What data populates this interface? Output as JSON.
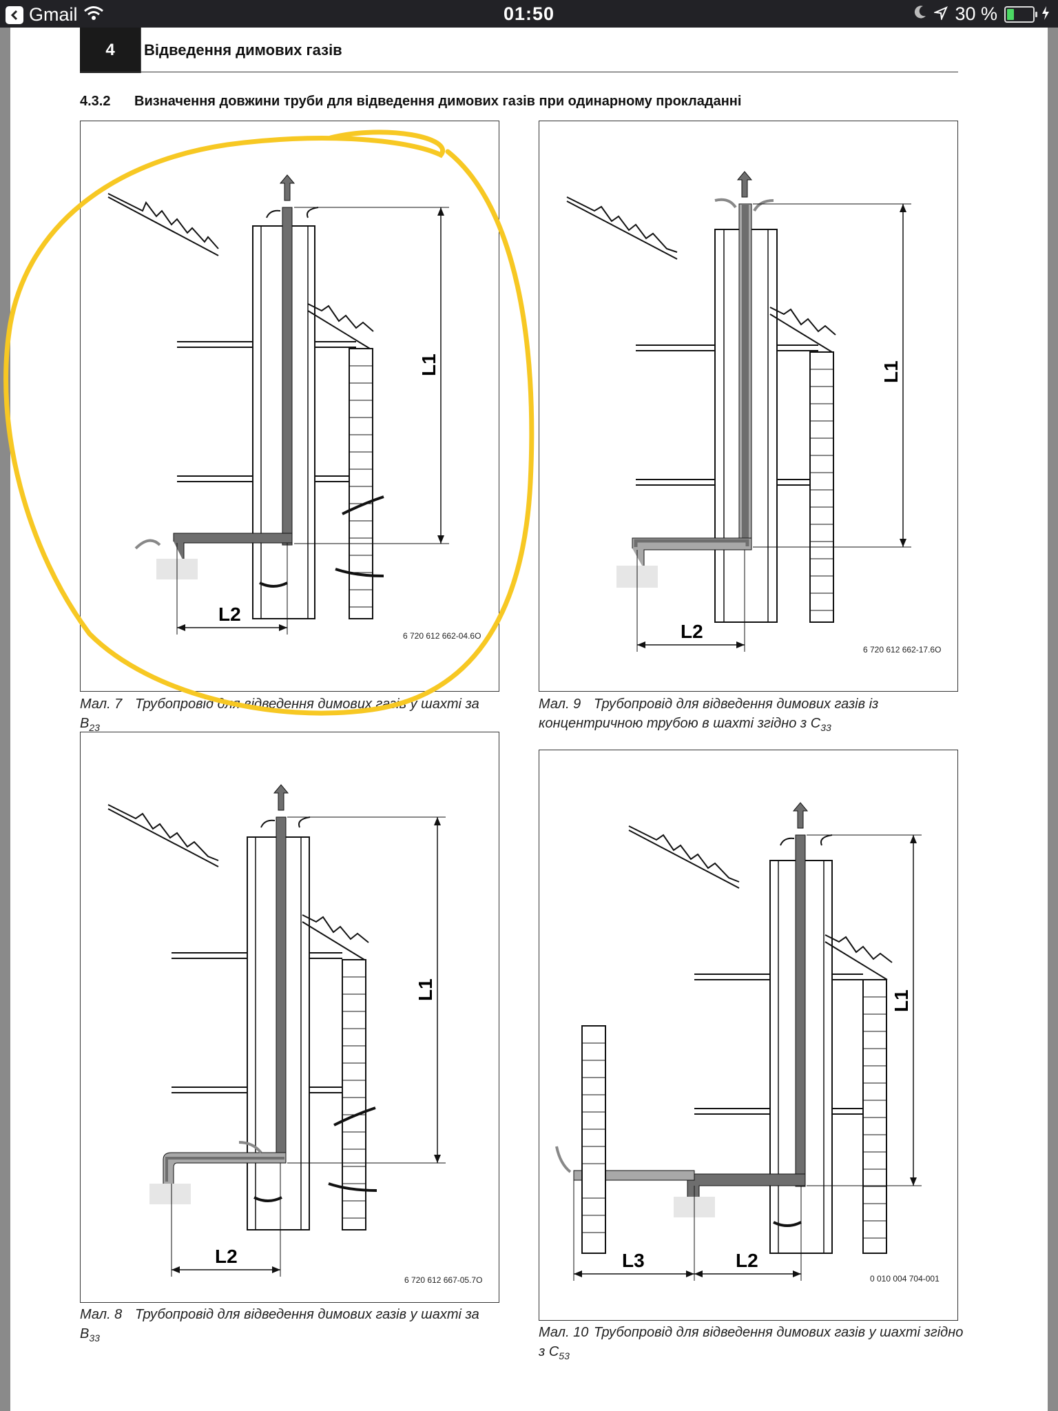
{
  "status_bar": {
    "back_app": "Gmail",
    "time": "01:50",
    "battery_text": "30 %",
    "battery_level": 0.3
  },
  "document": {
    "chapter_number": "4",
    "chapter_title": "Відведення димових газів",
    "section_number": "4.3.2",
    "section_title": "Визначення довжини труби для відведення димових газів при одинарному прокладанні"
  },
  "figures": [
    {
      "id": "fig7",
      "caption_num": "Мал. 7",
      "caption_text": "Трубопровід для відведення димових газів у шахті за B",
      "caption_sub": "23",
      "code": "6 720 612 662-04.6O",
      "labels": [
        "L1",
        "L2"
      ]
    },
    {
      "id": "fig9",
      "caption_num": "Мал. 9",
      "caption_text": "Трубопровід для відведення димових газів із концентричною трубою в шахті згідно з C",
      "caption_sub": "33",
      "code": "6 720 612 662-17.6O",
      "labels": [
        "L1",
        "L2"
      ]
    },
    {
      "id": "fig8",
      "caption_num": "Мал. 8",
      "caption_text": "Трубопровід для відведення димових газів у шахті за B",
      "caption_sub": "33",
      "code": "6 720 612 667-05.7O",
      "labels": [
        "L1",
        "L2"
      ]
    },
    {
      "id": "fig10",
      "caption_num": "Мал. 10",
      "caption_text": "Трубопровід для відведення димових газів у шахті згідно з C",
      "caption_sub": "53",
      "code": "0 010 004 704-001",
      "labels": [
        "L1",
        "L2",
        "L3"
      ]
    }
  ],
  "colors": {
    "highlight": "#f7c823",
    "pipe": "#6e6e6e",
    "pipe_light": "#a8a8a8"
  }
}
